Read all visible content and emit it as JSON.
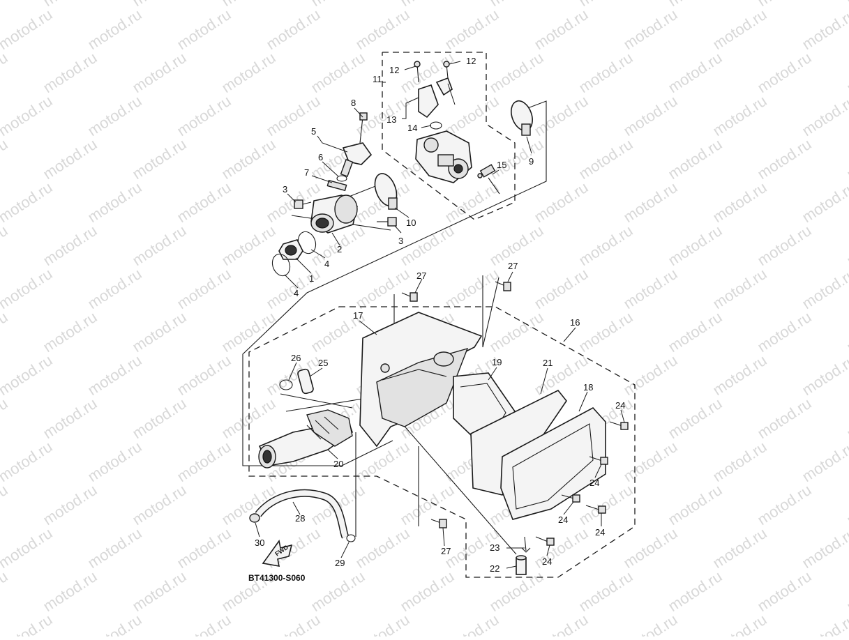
{
  "watermark": {
    "text": "motod.ru"
  },
  "diagram_code": "BT41300-S060",
  "fwd_label": "FWD",
  "callouts": [
    {
      "id": "1",
      "label": "1"
    },
    {
      "id": "2",
      "label": "2"
    },
    {
      "id": "3a",
      "label": "3"
    },
    {
      "id": "3b",
      "label": "3"
    },
    {
      "id": "4a",
      "label": "4"
    },
    {
      "id": "4b",
      "label": "4"
    },
    {
      "id": "5",
      "label": "5"
    },
    {
      "id": "6",
      "label": "6"
    },
    {
      "id": "7",
      "label": "7"
    },
    {
      "id": "8",
      "label": "8"
    },
    {
      "id": "9",
      "label": "9"
    },
    {
      "id": "10",
      "label": "10"
    },
    {
      "id": "11",
      "label": "11"
    },
    {
      "id": "12a",
      "label": "12"
    },
    {
      "id": "12b",
      "label": "12"
    },
    {
      "id": "13",
      "label": "13"
    },
    {
      "id": "14",
      "label": "14"
    },
    {
      "id": "15",
      "label": "15"
    },
    {
      "id": "16",
      "label": "16"
    },
    {
      "id": "17",
      "label": "17"
    },
    {
      "id": "18",
      "label": "18"
    },
    {
      "id": "19",
      "label": "19"
    },
    {
      "id": "20",
      "label": "20"
    },
    {
      "id": "21",
      "label": "21"
    },
    {
      "id": "22",
      "label": "22"
    },
    {
      "id": "23",
      "label": "23"
    },
    {
      "id": "24a",
      "label": "24"
    },
    {
      "id": "24b",
      "label": "24"
    },
    {
      "id": "24c",
      "label": "24"
    },
    {
      "id": "24d",
      "label": "24"
    },
    {
      "id": "24e",
      "label": "24"
    },
    {
      "id": "25",
      "label": "25"
    },
    {
      "id": "26",
      "label": "26"
    },
    {
      "id": "27a",
      "label": "27"
    },
    {
      "id": "27b",
      "label": "27"
    },
    {
      "id": "27c",
      "label": "27"
    },
    {
      "id": "28",
      "label": "28"
    },
    {
      "id": "29",
      "label": "29"
    },
    {
      "id": "30",
      "label": "30"
    }
  ]
}
